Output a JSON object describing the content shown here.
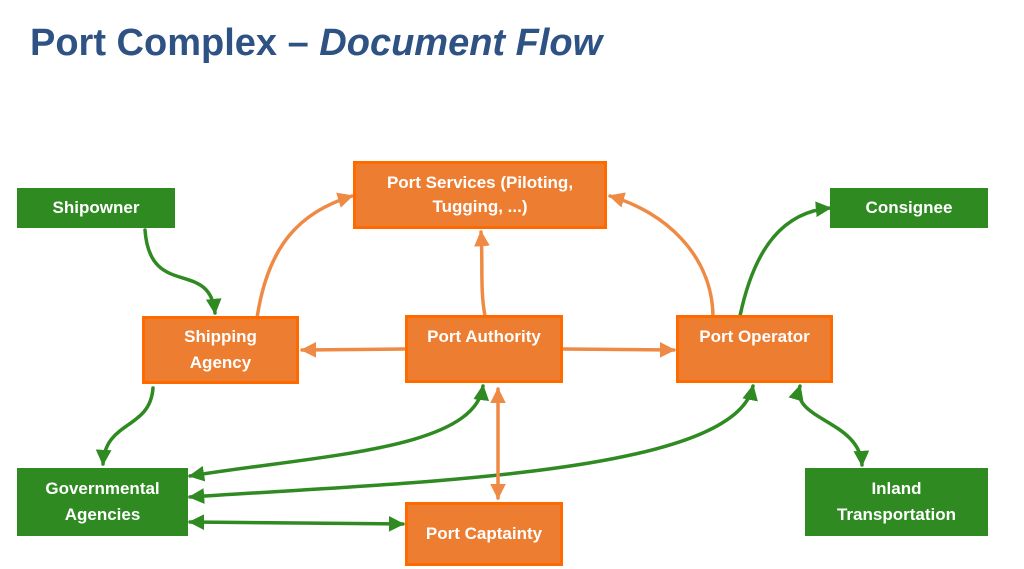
{
  "title": {
    "main": "Port Complex – ",
    "emphasis": "Document Flow"
  },
  "nodes": {
    "port_services": {
      "line1": "Port Services (Piloting,",
      "line2": "Tugging, ...)"
    },
    "shipowner": {
      "label": "Shipowner"
    },
    "consignee": {
      "label": "Consignee"
    },
    "shipping_agency": {
      "line1": "Shipping",
      "line2": "Agency"
    },
    "port_authority": {
      "label": "Port Authority"
    },
    "port_operator": {
      "label": "Port Operator"
    },
    "gov_agencies": {
      "line1": "Governmental",
      "line2": "Agencies"
    },
    "port_captainty": {
      "label": "Port Captainty"
    },
    "inland": {
      "line1": "Inland",
      "line2": "Transportation"
    }
  },
  "colors": {
    "title": "#2e5283",
    "orange_node": "#ed7d31",
    "orange_border": "#ff6a00",
    "green_node": "#2f8a22",
    "orange_arrow": "#ef8a45",
    "green_arrow": "#2f8a22"
  },
  "flows": [
    {
      "from": "Shipowner",
      "to": "Shipping Agency",
      "color": "green"
    },
    {
      "from": "Shipping Agency",
      "to": "Port Services (Piloting, Tugging, ...)",
      "color": "orange"
    },
    {
      "from": "Port Authority",
      "to": "Port Services (Piloting, Tugging, ...)",
      "color": "orange"
    },
    {
      "from": "Port Operator",
      "to": "Port Services (Piloting, Tugging, ...)",
      "color": "orange"
    },
    {
      "from": "Port Authority",
      "to": "Shipping Agency",
      "color": "orange"
    },
    {
      "from": "Port Authority",
      "to": "Port Operator",
      "color": "orange"
    },
    {
      "from": "Port Operator",
      "to": "Consignee",
      "color": "green"
    },
    {
      "from": "Shipping Agency",
      "to": "Governmental Agencies",
      "color": "green"
    },
    {
      "from": "Governmental Agencies",
      "to": "Port Authority",
      "color": "green",
      "bidirectional": true
    },
    {
      "from": "Governmental Agencies",
      "to": "Port Operator",
      "color": "green",
      "bidirectional": true
    },
    {
      "from": "Governmental Agencies",
      "to": "Port Captainty",
      "color": "green",
      "bidirectional": true
    },
    {
      "from": "Port Authority",
      "to": "Port Captainty",
      "color": "orange",
      "bidirectional": true
    },
    {
      "from": "Port Operator",
      "to": "Inland Transportation",
      "color": "green",
      "bidirectional": true
    }
  ]
}
